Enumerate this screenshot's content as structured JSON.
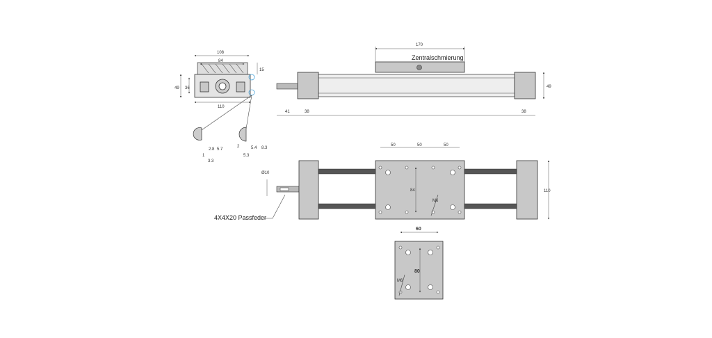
{
  "section_view": {
    "dims": {
      "width_top": "108",
      "inner": "84",
      "height_top": "15",
      "rail_height": "36",
      "total_height": "49",
      "width_bottom": "110"
    },
    "detail_left": {
      "a": "2.8",
      "b": "5.7",
      "c": "1",
      "d": "3.3"
    },
    "detail_right": {
      "a": "2",
      "b": "5.4",
      "c": "8.3",
      "d": "5.3"
    }
  },
  "side_view": {
    "length_carriage": "170",
    "lubrication_label": "Zentralschmierung",
    "height": "49",
    "shaft": "41",
    "endcap_left": "38",
    "endcap_right": "38"
  },
  "top_view": {
    "spacing": [
      "50",
      "50",
      "50"
    ],
    "hole_distance": "84",
    "thread": "M6",
    "width": "110",
    "shaft_dia": "Ø10",
    "key_label": "4X4X20 Passfeder"
  },
  "plate_view": {
    "width": "60",
    "height": "80",
    "thread": "M6"
  }
}
